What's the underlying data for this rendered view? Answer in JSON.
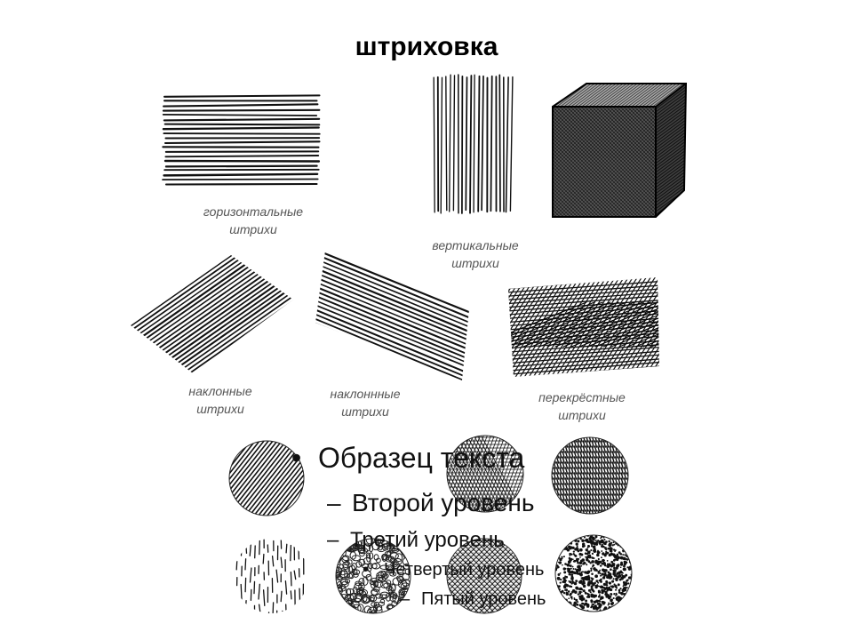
{
  "slide": {
    "title": "штриховка",
    "captions": {
      "horizontal": [
        "горизонтальные",
        "штрихи"
      ],
      "vertical": [
        "вертикальные",
        "штрихи"
      ],
      "inclined_left": [
        "наклонные",
        "штрихи"
      ],
      "inclined_right": [
        "наклоннные",
        "штрихи"
      ],
      "cross": [
        "перекрёстные",
        "штрихи"
      ]
    },
    "placeholder": {
      "level1": "Образец текста",
      "level2": "Второй уровень",
      "level3": "Третий уровень",
      "level4": "Четвертый уровень",
      "level5": "Пятый уровень"
    },
    "bullets": {
      "l1": "•",
      "l2": "–",
      "l3": "–",
      "l4": "•",
      "l5": "–"
    }
  },
  "icons": [
    "horizontal-hatch-swatch",
    "vertical-hatch-swatch",
    "hatched-cube-illustration",
    "inclined-hatch-swatch",
    "cross-hatch-swatch",
    "texture-circle"
  ]
}
